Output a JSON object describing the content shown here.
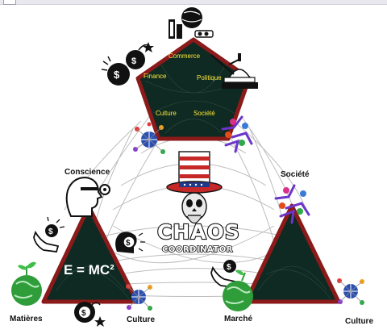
{
  "central_pentagon": {
    "labels": {
      "commerce": "Commerce",
      "finance": "Finance",
      "politique": "Politique",
      "culture": "Culture",
      "societe": "Société"
    }
  },
  "outer_labels": {
    "conscience": "Conscience",
    "societe": "Société",
    "matieres": "Matières",
    "culture_left": "Culture",
    "marche": "Marché",
    "culture_right": "Culture"
  },
  "left_triangle": {
    "formula": "E = MC²"
  },
  "logo": {
    "title": "CHAOS",
    "subtitle": "COORDINATOR"
  },
  "colors": {
    "shape_fill": "#0e2a22",
    "shape_stroke": "#8b1a1a",
    "inner_text": "#ffe83a",
    "globe_green": "#2f9e3a",
    "web_lines": "#bdbdbd"
  },
  "icons": [
    "money-bag-bomb-icon",
    "factory-globe-icon",
    "capitol-icon",
    "network-globe-icon",
    "people-hands-icon",
    "head-key-icon",
    "hand-coin-icon",
    "head-coin-icon",
    "earth-sprout-icon",
    "coin-bomb-icon",
    "uncle-sam-skull-icon"
  ]
}
